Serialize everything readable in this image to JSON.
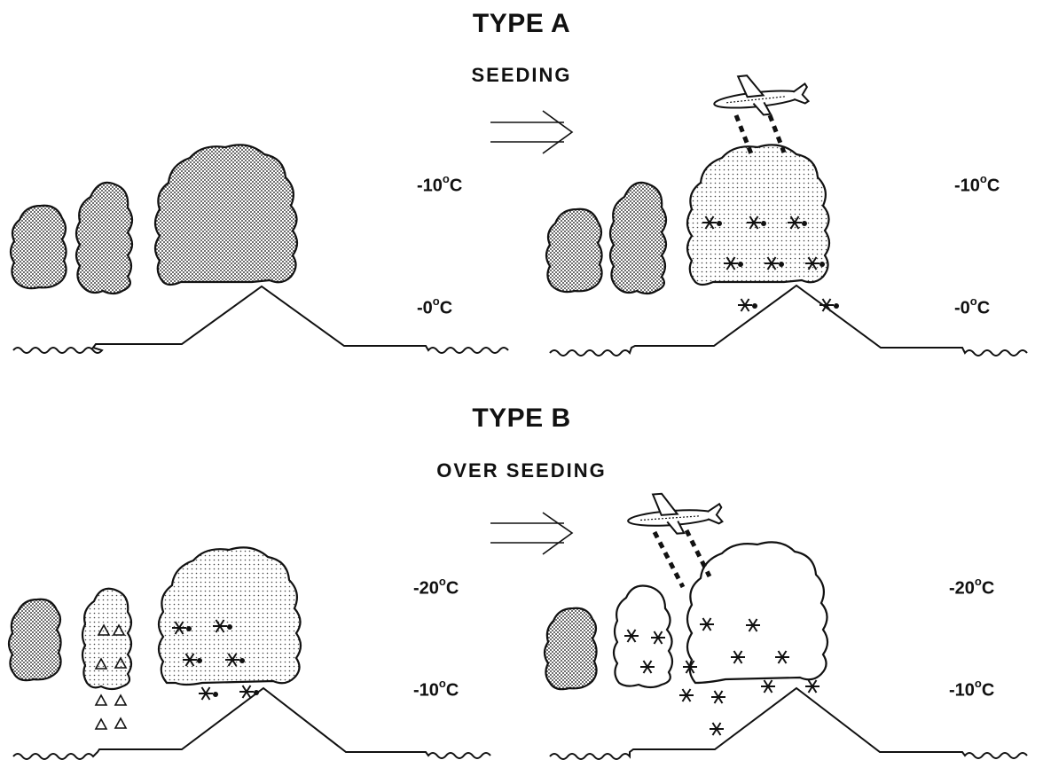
{
  "type_a": {
    "title": "TYPE A",
    "subtitle": "SEEDING",
    "left_temps": {
      "upper_value": "-10",
      "upper_unit": "C",
      "lower_value": "-0",
      "lower_unit": "C"
    },
    "right_temps": {
      "upper_value": "-10",
      "upper_unit": "C",
      "lower_value": "-0",
      "lower_unit": "C"
    }
  },
  "type_b": {
    "title": "TYPE B",
    "subtitle": "OVER SEEDING",
    "left_temps": {
      "upper_value": "-20",
      "upper_unit": "C",
      "lower_value": "-10",
      "lower_unit": "C"
    },
    "right_temps": {
      "upper_value": "-20",
      "upper_unit": "C",
      "lower_value": "-10",
      "lower_unit": "C"
    }
  },
  "degree_symbol": "o",
  "icons": [
    "airplane-icon",
    "arrow-icon",
    "snowflake-icon",
    "graupel-triangle-icon",
    "cloud-icon",
    "mountain-icon"
  ]
}
